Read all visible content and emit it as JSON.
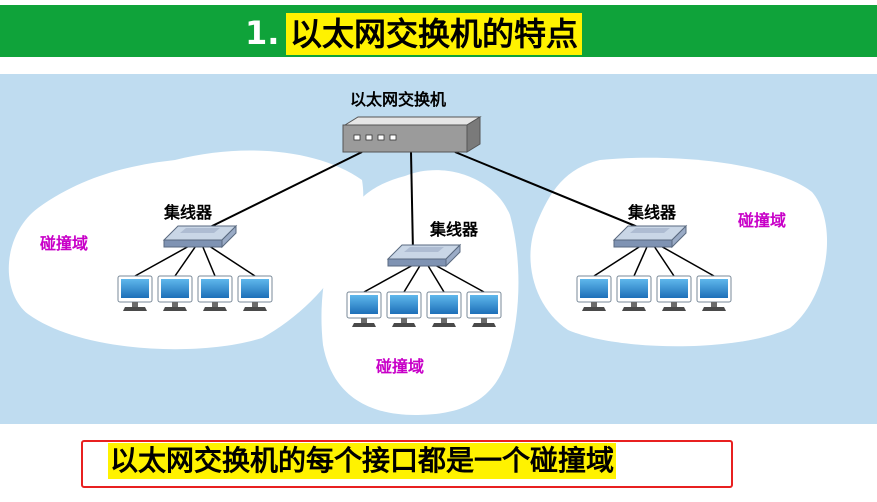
{
  "title": {
    "number": "1.",
    "text": "以太网交换机的特点"
  },
  "diagram": {
    "switch_label": "以太网交换机",
    "hub_label": "集线器",
    "collision_label": "碰撞域"
  },
  "footer": {
    "statement": "以太网交换机的每个接口都是一个碰撞域"
  },
  "colors": {
    "title_bar": "#0fa33a",
    "highlight": "#fff200",
    "diagram_background": "#bfdcf0",
    "collision_label": "#c800c8",
    "footer_border": "#e82020"
  },
  "icons": [
    "switch-icon",
    "hub-icon",
    "computer-icon"
  ]
}
